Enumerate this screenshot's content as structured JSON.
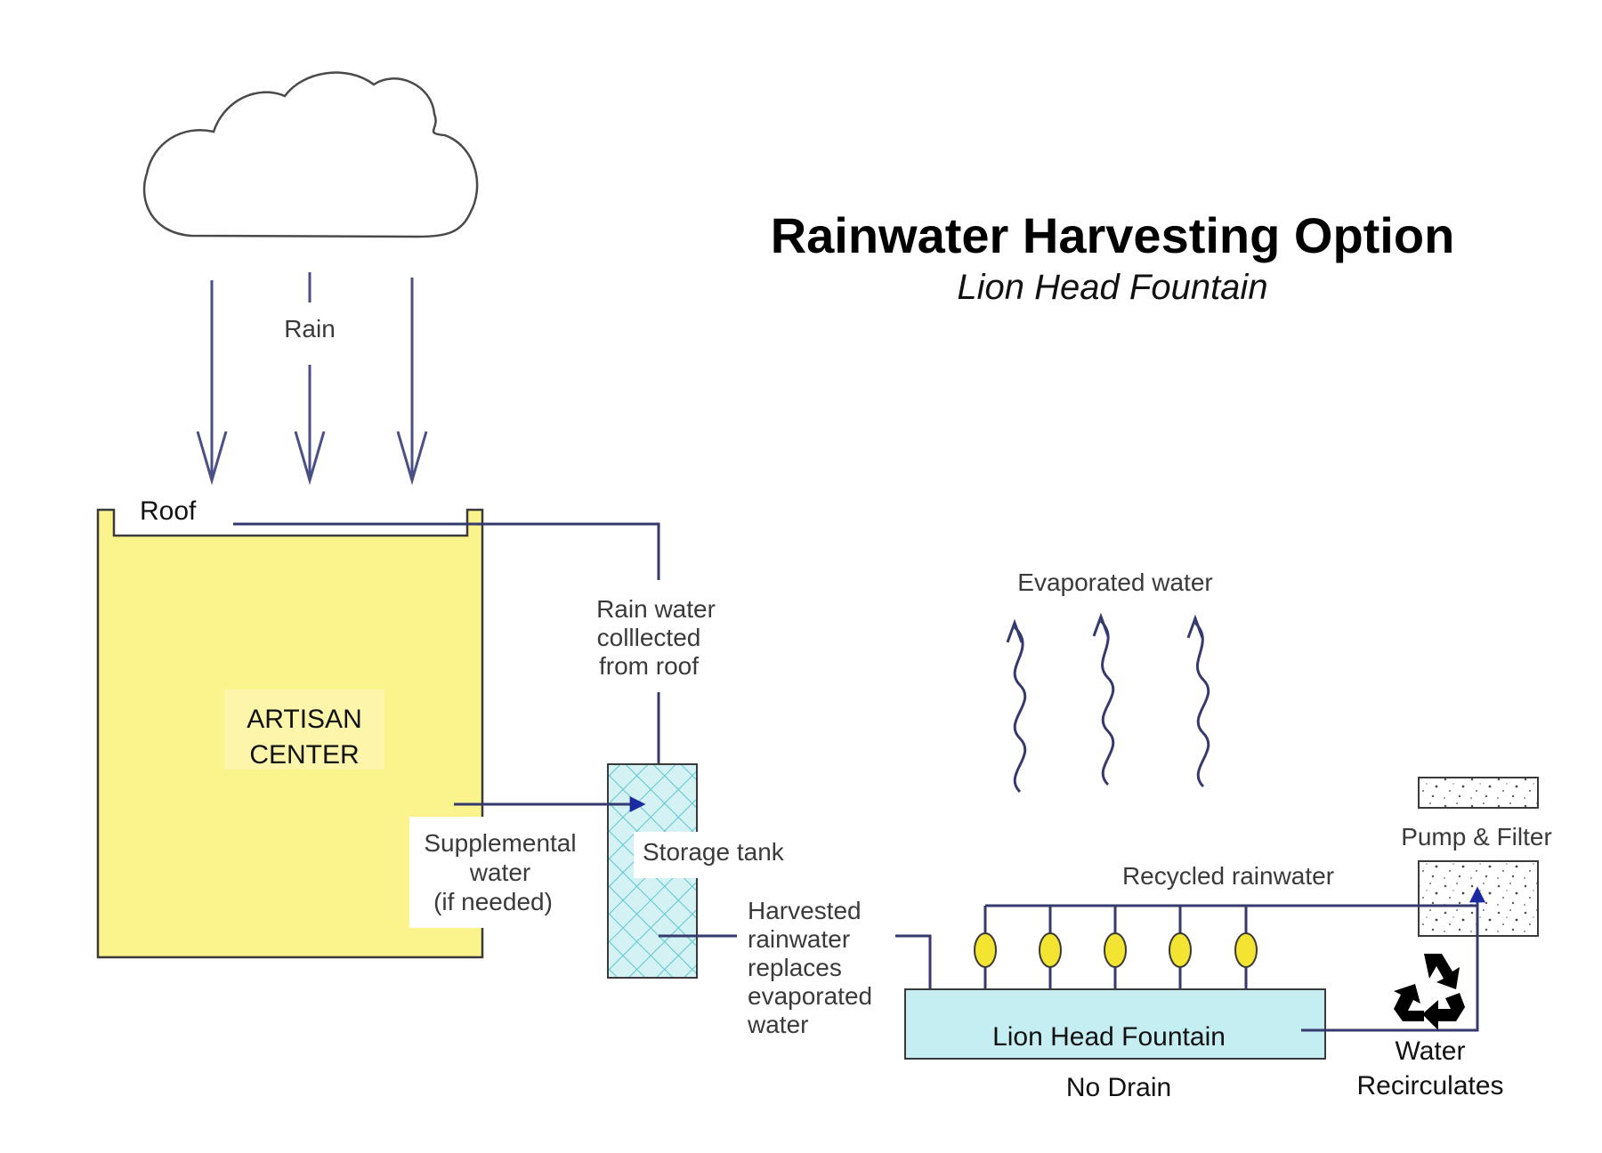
{
  "title": "Rainwater Harvesting Option",
  "subtitle": "Lion Head Fountain",
  "labels": {
    "rain": "Rain",
    "roof": "Roof",
    "building_line1": "ARTISAN",
    "building_line2": "CENTER",
    "collected_line1": "Rain water",
    "collected_line2": "colllected",
    "collected_line3": "from roof",
    "supplemental_line1": "Supplemental",
    "supplemental_line2": "water",
    "supplemental_line3": "(if needed)",
    "storage_tank": "Storage tank",
    "harvested_line1": "Harvested",
    "harvested_line2": "rainwater",
    "harvested_line3": "replaces",
    "harvested_line4": "evaporated",
    "harvested_line5": "water",
    "evaporated": "Evaporated water",
    "pump_filter": "Pump & Filter",
    "recycled": "Recycled rainwater",
    "fountain": "Lion Head Fountain",
    "no_drain": "No Drain",
    "recirc_line1": "Water",
    "recirc_line2": "Recirculates"
  },
  "colors": {
    "building": "#fbf38c",
    "building_label_bg": "#fdf5a9",
    "tank_fill": "#d4f1f3",
    "tank_hatch": "#5fc7d1",
    "fountain_fill": "#c4eef2",
    "nozzle": "#f2e430",
    "pipe": "#343a6e",
    "arrow_head": "#1a2aa0"
  },
  "icons": {
    "cloud": "cloud-icon",
    "recycle": "recycle-icon"
  }
}
